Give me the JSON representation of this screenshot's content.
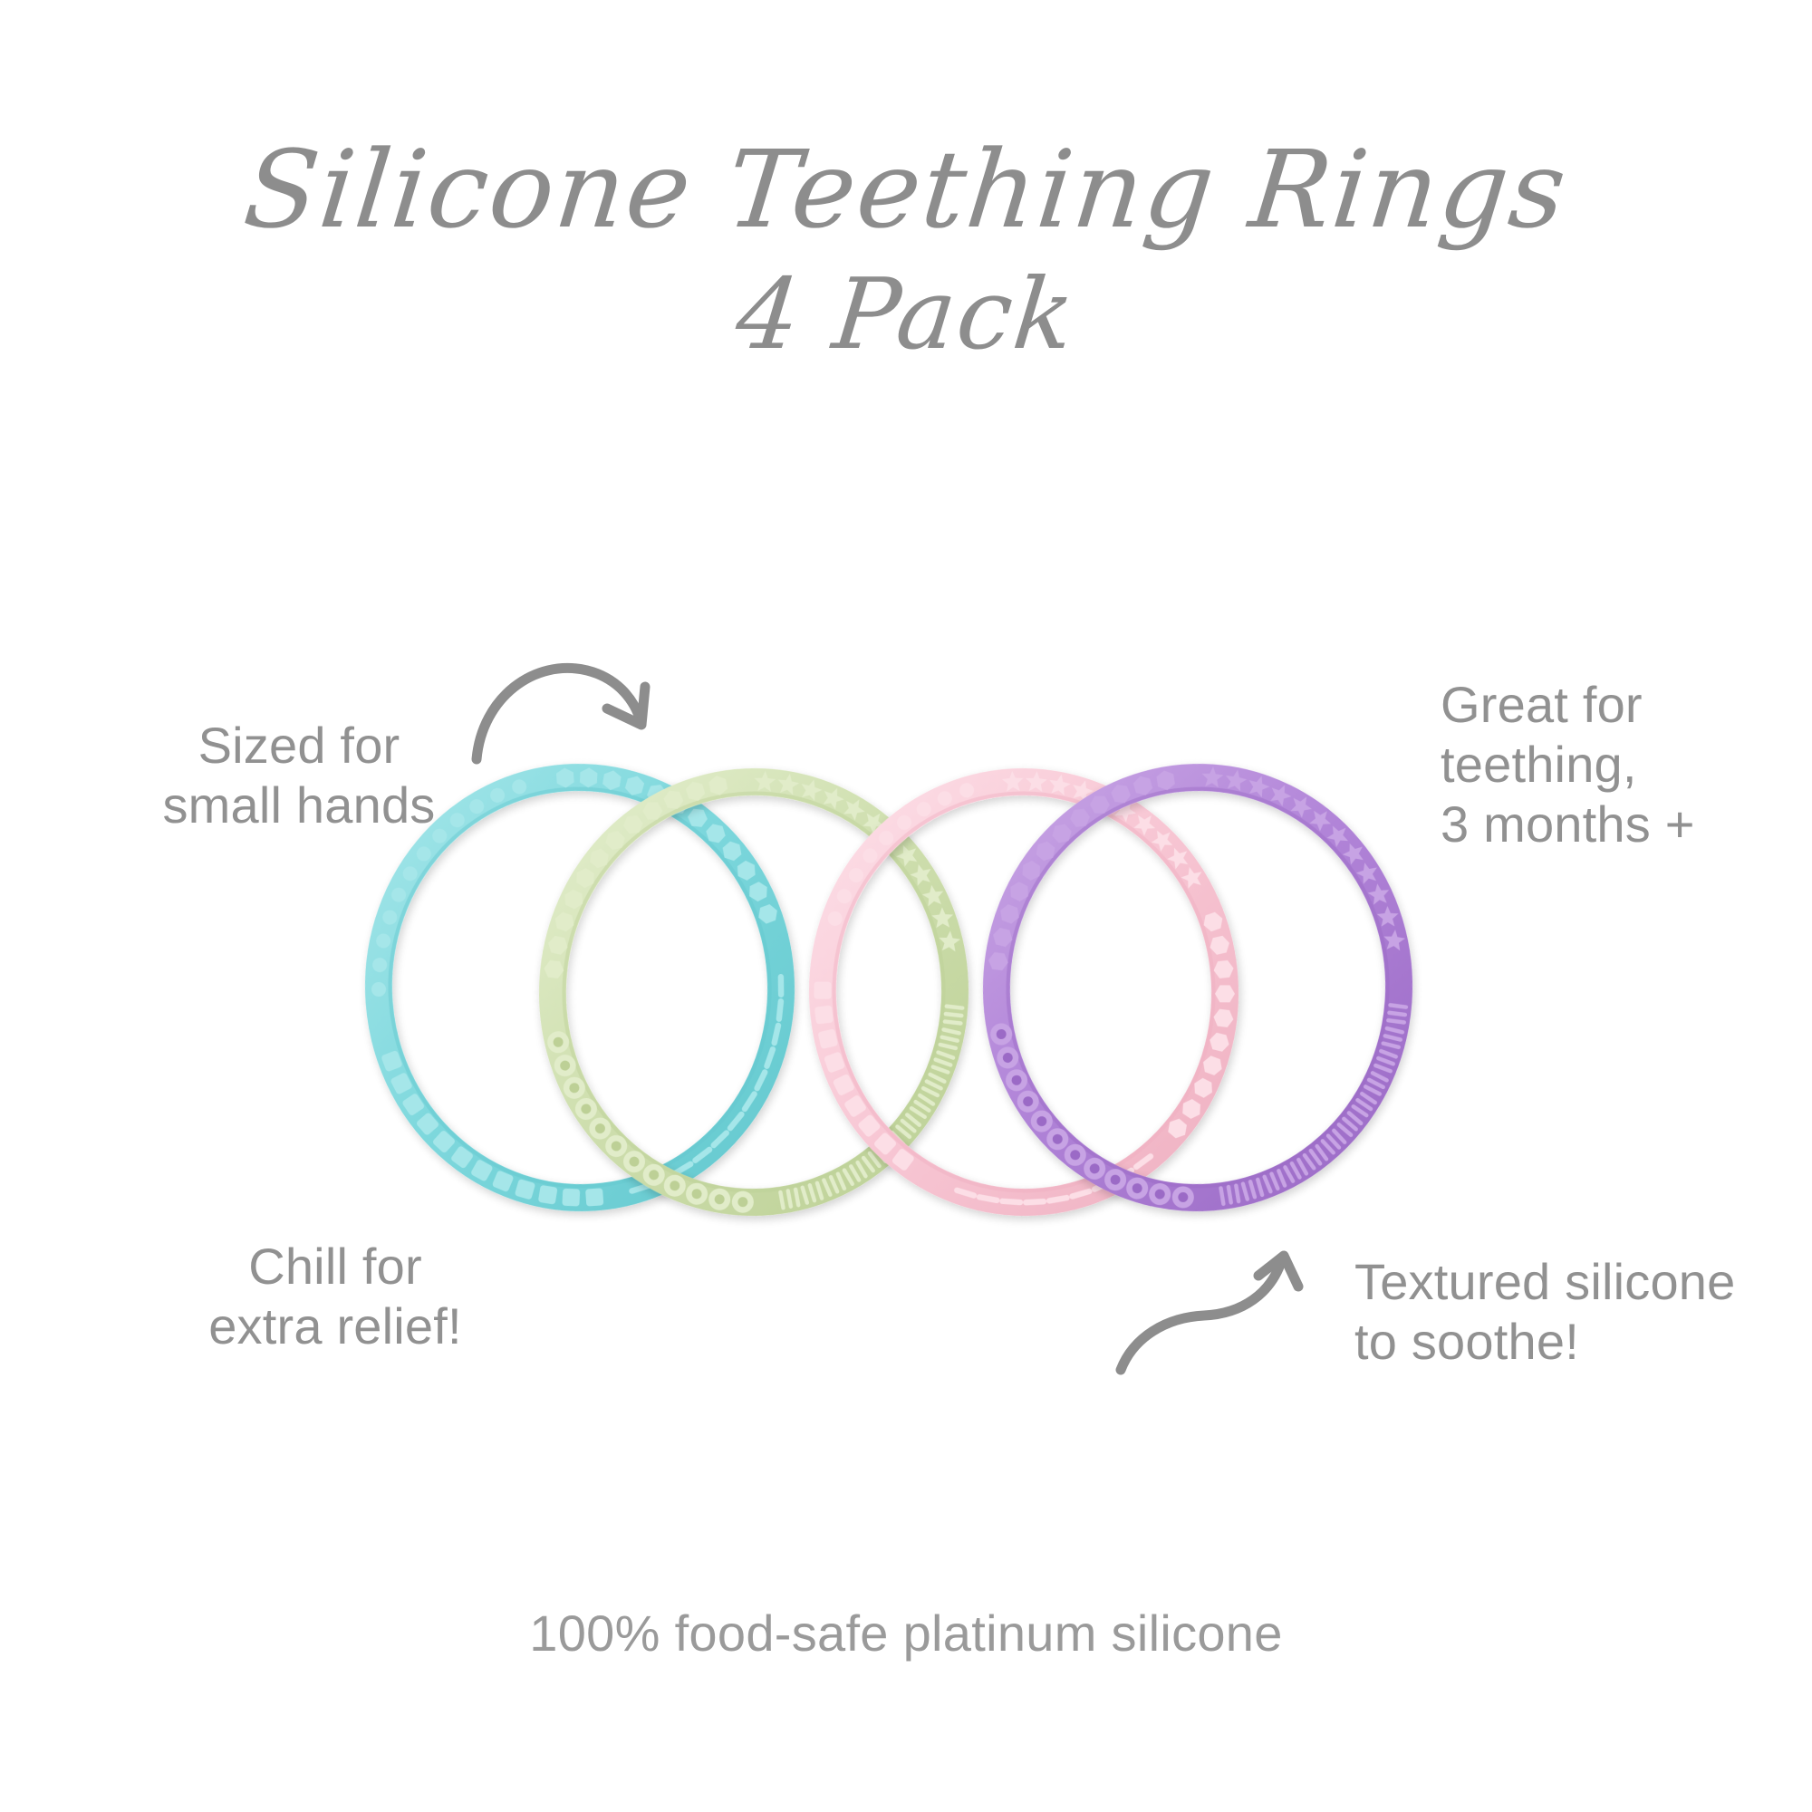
{
  "page": {
    "background_color": "#ffffff",
    "text_color": "#8f8f8f"
  },
  "header": {
    "title_line1": "Silicone Teething Rings",
    "title_line2": "4 Pack"
  },
  "annotations": [
    {
      "id": "sized-for-small-hands",
      "text": "Sized for\nsmall hands",
      "position": "top-left",
      "arrow": "curved-arrow-pointing-right-down"
    },
    {
      "id": "great-for-teething",
      "text": "Great for\nteething,\n3 months +",
      "position": "top-right",
      "arrow": "none"
    },
    {
      "id": "chill-for-extra-relief",
      "text": "Chill for\nextra relief!",
      "position": "bottom-left",
      "arrow": "none"
    },
    {
      "id": "textured-silicone-to-soothe",
      "text": "Textured silicone\nto soothe!",
      "position": "bottom-right",
      "arrow": "curved-arrow-pointing-up-right"
    }
  ],
  "footer": {
    "text": "100% food-safe platinum silicone"
  },
  "product": {
    "name": "Silicone Teething Rings",
    "pack_count": 4,
    "rings": [
      {
        "index": 1,
        "color_name": "teal",
        "color": "#7ed8dd",
        "shade": "#63c8ce",
        "highlight": "#a5e6e9",
        "textures": [
          "hexagons",
          "ridges",
          "squares",
          "bumps"
        ]
      },
      {
        "index": 2,
        "color_name": "green",
        "color": "#cfdfaf",
        "shade": "#bdd096",
        "highlight": "#e1ecc9",
        "textures": [
          "stars",
          "lines",
          "circles",
          "hexagons"
        ]
      },
      {
        "index": 3,
        "color_name": "pink",
        "color": "#f8c8d5",
        "shade": "#efb0c1",
        "highlight": "#fcdee6",
        "textures": [
          "stars",
          "hexagons",
          "ridges",
          "squares",
          "bumps"
        ]
      },
      {
        "index": 4,
        "color_name": "purple",
        "color": "#b184d8",
        "shade": "#9b6bc6",
        "highlight": "#c7a3e4",
        "textures": [
          "stars",
          "lines",
          "circles",
          "hexagons"
        ]
      }
    ]
  },
  "arrows": {
    "color": "#8d8d8d",
    "top_label": "arrow-from-sized-for-small-hands-to-rings",
    "bottom_label": "arrow-from-textured-silicone-to-rings"
  }
}
